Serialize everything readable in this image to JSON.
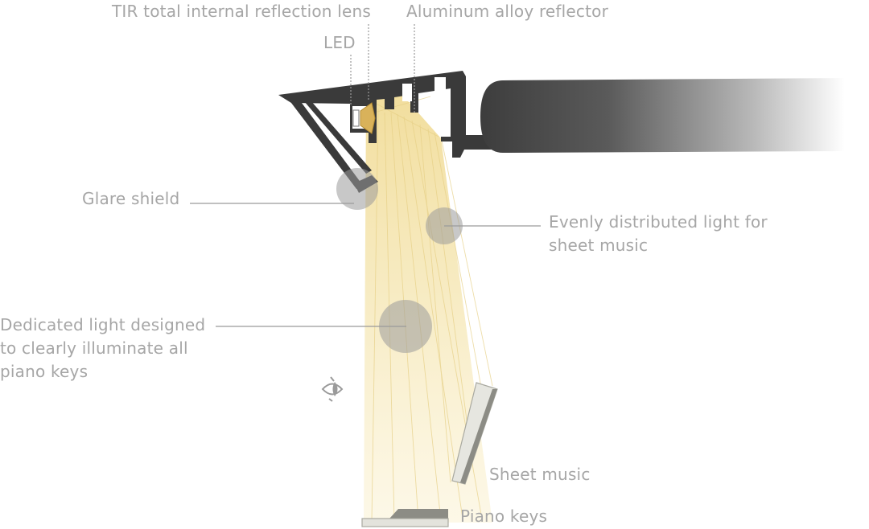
{
  "labels": {
    "tir_lens": "TIR total internal reflection lens",
    "reflector": "Aluminum alloy reflector",
    "led": "LED",
    "glare_shield": "Glare shield",
    "even_light_line1": "Evenly distributed light for",
    "even_light_line2": "sheet music",
    "dedicated_line1": "Dedicated light designed",
    "dedicated_line2": "to clearly illuminate all",
    "dedicated_line3": "piano keys",
    "sheet_music": "Sheet music",
    "piano_keys": "Piano keys"
  },
  "icons": {
    "viewer": "eye-icon"
  },
  "colors": {
    "text": "#a6a6a6",
    "fixture": "#3a3a3a",
    "light_beam": "#f3e3a6",
    "marker": "#9a9a9a"
  }
}
